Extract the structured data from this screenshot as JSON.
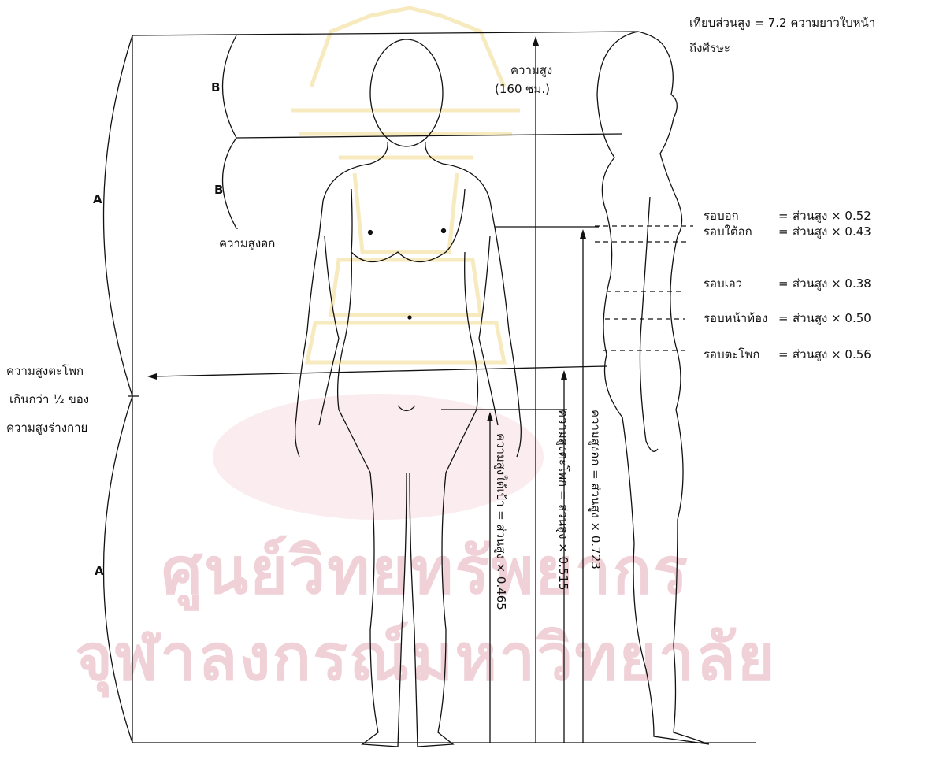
{
  "watermark": {
    "line1": "ศูนย์วิทยทรัพยากร",
    "line2": "จุฬาลงกรณ์มหาวิทยาลัย"
  },
  "header": {
    "ratio_line1": "เทียบส่วนสูง = 7.2 ความยาวใบหน้า",
    "ratio_line2": "ถึงศีรษะ"
  },
  "labels": {
    "height_title": "ความสูง",
    "height_value": "(160 ซม.)",
    "b_top": "B",
    "b_bottom": "B",
    "a_top": "A",
    "a_bottom": "A",
    "bust_height": "ความสูงอก",
    "hip_line1": "ความสูงตะโพก",
    "hip_line2": "เกินกว่า ½ ของ",
    "hip_line3": "ความสูงร่างกาย"
  },
  "girth_measurements": [
    {
      "name": "รอบอก",
      "sep": "=",
      "formula": "ส่วนสูง × 0.52"
    },
    {
      "name": "รอบใต้อก",
      "sep": "=",
      "formula": "ส่วนสูง × 0.43"
    },
    {
      "name": "รอบเอว",
      "sep": "=",
      "formula": "ส่วนสูง × 0.38"
    },
    {
      "name": "รอบหน้าท้อง",
      "sep": "=",
      "formula": "ส่วนสูง × 0.50"
    },
    {
      "name": "รอบตะโพก",
      "sep": "=",
      "formula": "ส่วนสูง × 0.56"
    }
  ],
  "vertical_measurements": [
    {
      "text": "ความสูงใต้เป้า  =  ส่วนสูง × 0.465"
    },
    {
      "text": "ความสูงตะโพก  =  ส่วนสูง × 0.515"
    },
    {
      "text": "ความสูงอก  =  ส่วนสูง × 0.723"
    }
  ],
  "colors": {
    "ink": "#111111",
    "watermark": "#efd1d7"
  }
}
